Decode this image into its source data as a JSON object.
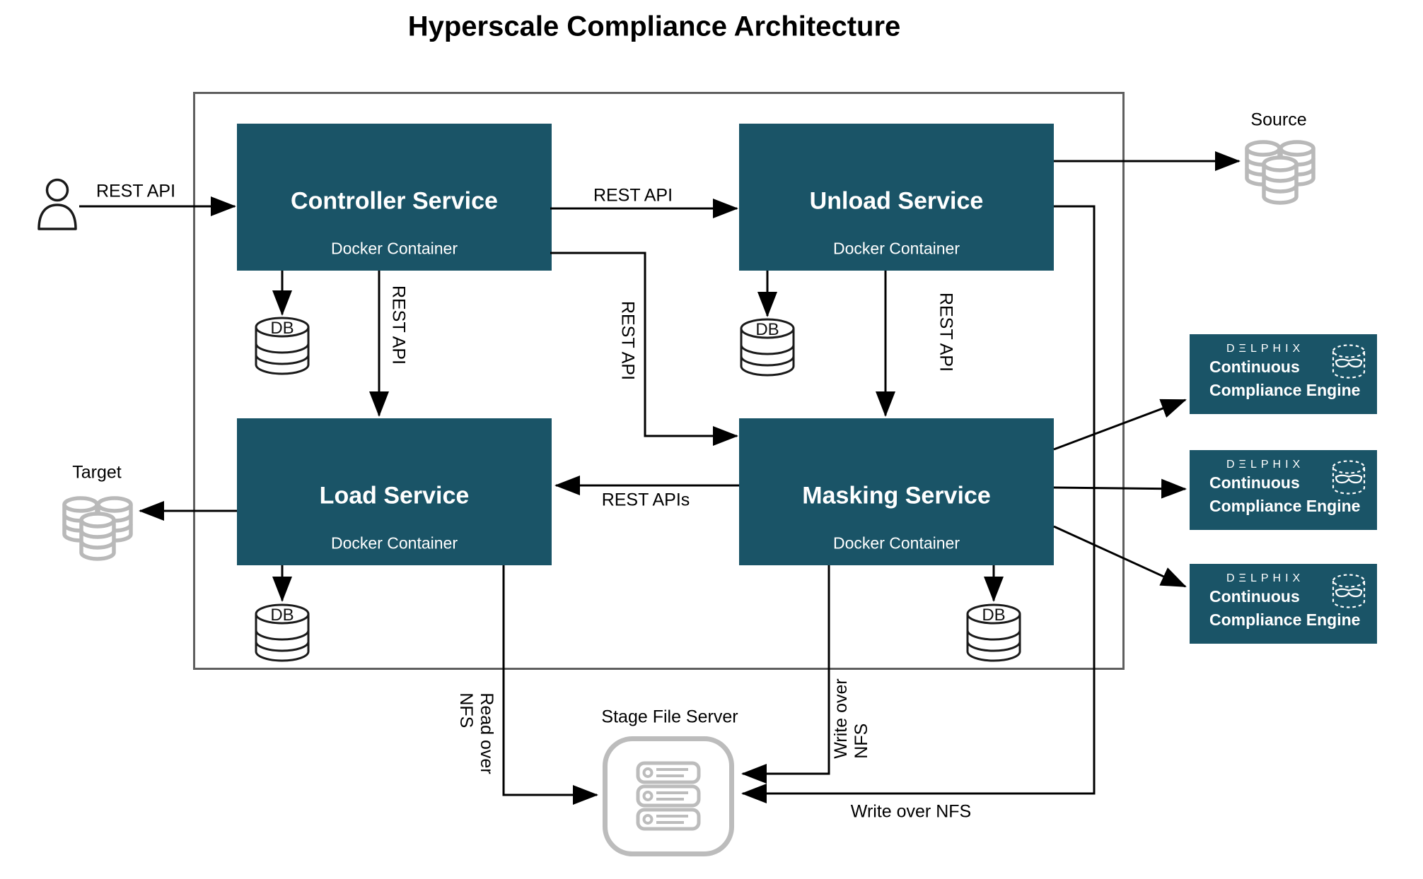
{
  "title": "Hyperscale Compliance Architecture",
  "colors": {
    "service_box": "#1A5467",
    "engine_box": "#1A5467",
    "arrow": "#000000",
    "boundary_border": "#5F5F5F",
    "gray_icon": "#B9B9B9"
  },
  "services": {
    "controller": {
      "title": "Controller Service",
      "subtitle": "Docker Container"
    },
    "unload": {
      "title": "Unload Service",
      "subtitle": "Docker Container"
    },
    "load": {
      "title": "Load Service",
      "subtitle": "Docker Container"
    },
    "masking": {
      "title": "Masking Service",
      "subtitle": "Docker Container"
    }
  },
  "db": {
    "label": "DB"
  },
  "actors": {
    "source": {
      "label": "Source"
    },
    "target": {
      "label": "Target"
    }
  },
  "stage": {
    "label": "Stage File Server"
  },
  "engines": {
    "count": 3,
    "brand": "DΞLPHIX",
    "line1": "Continuous",
    "line2": "Compliance Engine"
  },
  "edges": {
    "user_to_controller": "REST API",
    "controller_to_unload": "REST API",
    "controller_to_load": "REST API",
    "controller_to_masking": "REST API",
    "unload_to_masking": "REST API",
    "masking_to_load": "REST APIs",
    "load_to_stage_line1": "Read over",
    "load_to_stage_line2": "NFS",
    "masking_to_stage_line1": "Write over",
    "masking_to_stage_line2": "NFS",
    "unload_to_stage": "Write over NFS"
  }
}
